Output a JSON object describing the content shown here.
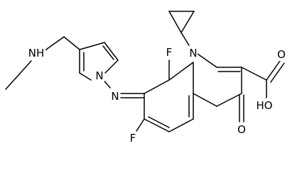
{
  "molecule": {
    "atoms": {
      "n_ring": "N",
      "n_pyrrole": "N",
      "n_imine": "N",
      "nh_amine": "NH",
      "f_top": "F",
      "f_bottom": "F",
      "o_ketone": "O",
      "oh_acid": "HO",
      "o_acid_carbonyl": "O"
    }
  },
  "colors": {
    "bond": "#000000",
    "background": "#ffffff",
    "text": "#000000"
  }
}
